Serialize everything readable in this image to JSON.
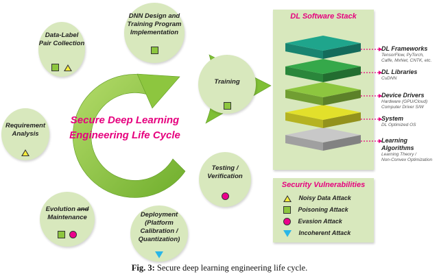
{
  "center_title": [
    "Secure Deep Learning",
    "Engineering Life Cycle"
  ],
  "phases": {
    "data_label": [
      "Data-Label",
      "Pair Collection"
    ],
    "dnn_design": [
      "DNN Design and",
      "Training Program",
      "Implementation"
    ],
    "training": [
      "Training"
    ],
    "requirement": [
      "Requirement",
      "Analysis"
    ],
    "testing": [
      "Testing /",
      "Verification"
    ],
    "evolution_a": "Evolution ",
    "evolution_and": "and",
    "evolution_b": "Maintenance",
    "deployment": [
      "Deployment",
      "(Platform",
      "Calibration /",
      "Quantization)"
    ]
  },
  "stack": {
    "title": "DL Software Stack",
    "layers": [
      {
        "name": "DL Frameworks",
        "sub": [
          "TensorFlow, PyTorch,",
          "Caffe, MxNet, CNTK, etc."
        ],
        "color": "#1fa58c"
      },
      {
        "name": "DL Libraries",
        "sub": [
          "CuDNN"
        ],
        "color": "#35a84a"
      },
      {
        "name": "Device Drivers",
        "sub": [
          "Hardware (GPU/Cloud)",
          "Computer Driver S/W"
        ],
        "color": "#8dc63f"
      },
      {
        "name": "System",
        "sub": [
          "DL Optimized OS"
        ],
        "color": "#e2e02b"
      },
      {
        "name": "Learning Algorithms",
        "sub": [
          "Learning Theory /",
          "Non-Convex Optimization"
        ],
        "color": "#c8c8c8"
      }
    ]
  },
  "vulnerabilities": {
    "title": "Security Vulnerabilities",
    "items": [
      {
        "label": "Noisy Data Attack",
        "icon": "yellow-triangle-icon"
      },
      {
        "label": "Poisoning Attack",
        "icon": "green-square-icon"
      },
      {
        "label": "Evasion Attack",
        "icon": "magenta-circle-icon"
      },
      {
        "label": "Incoherent Attack",
        "icon": "cyan-down-triangle-icon"
      }
    ]
  },
  "caption": {
    "fig": "Fig. 3:",
    "text": " Secure deep learning engineering life cycle."
  },
  "colors": {
    "bubble": "#d8e8bd",
    "arrow": "#8dc63f",
    "accent": "#e6007e",
    "square": "#8dc63f",
    "triangle": "#f6ec3a",
    "circle": "#ec008c",
    "down_triangle": "#29b6e8"
  }
}
